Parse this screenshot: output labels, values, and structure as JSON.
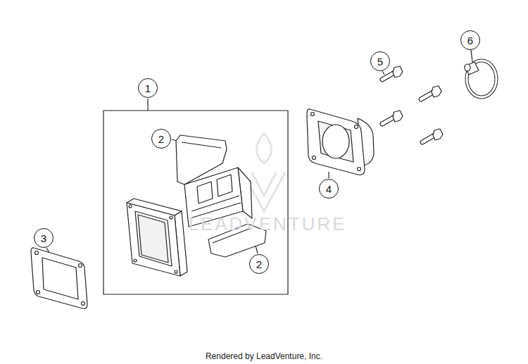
{
  "diagram": {
    "nodes": [
      {
        "text": [
          "1"
        ]
      },
      {
        "text": [
          "2"
        ]
      },
      {
        "text": [
          "2"
        ]
      },
      {
        "text": [
          "3"
        ]
      },
      {
        "text": [
          "4"
        ]
      },
      {
        "text": [
          "5"
        ]
      },
      {
        "text": [
          "6"
        ]
      }
    ],
    "labels": [
      "LEADVENTURE",
      "Rendered by LeadVenture, Inc."
    ]
  }
}
